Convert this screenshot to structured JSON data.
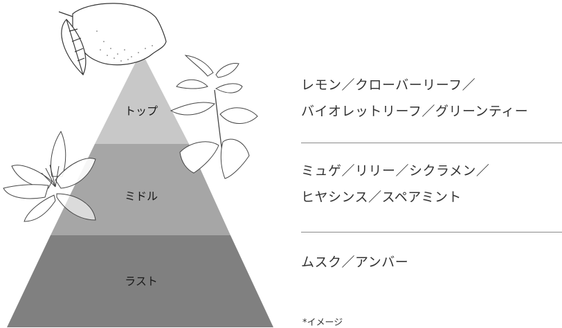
{
  "pyramid": {
    "tiers": [
      {
        "label": "トップ",
        "color": "#c8c8c8"
      },
      {
        "label": "ミドル",
        "color": "#a6a6a6"
      },
      {
        "label": "ラスト",
        "color": "#808080"
      }
    ]
  },
  "notes": {
    "top": {
      "line1": "レモン／クローバーリーフ／",
      "line2": "バイオレットリーフ／グリーンティー"
    },
    "middle": {
      "line1": "ミュゲ／リリー／シクラメン／",
      "line2": "ヒヤシンス／スペアミント"
    },
    "last": {
      "line1": "ムスク／アンバー"
    }
  },
  "footnote": "*イメージ",
  "illustrations": [
    "lemon-illustration",
    "mint-illustration",
    "lily-illustration"
  ]
}
